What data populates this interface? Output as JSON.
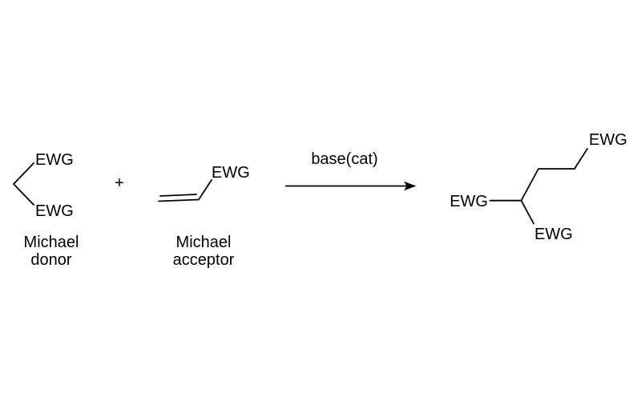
{
  "scheme": {
    "background_color": "#ffffff",
    "ink_color": "#000000",
    "plus_sign": "+",
    "arrow": {
      "label": "base(cat)"
    },
    "donor": {
      "ewg_top": "EWG",
      "ewg_bottom": "EWG",
      "caption_line1": "Michael",
      "caption_line2": "donor"
    },
    "acceptor": {
      "ewg": "EWG",
      "caption_line1": "Michael",
      "caption_line2": "acceptor"
    },
    "product": {
      "ewg_left": "EWG",
      "ewg_bottom": "EWG",
      "ewg_top_right": "EWG"
    }
  }
}
